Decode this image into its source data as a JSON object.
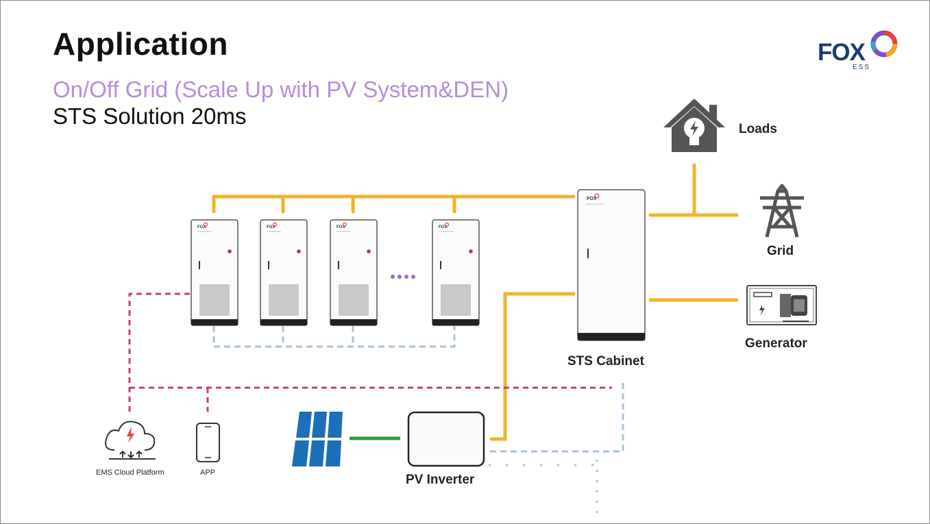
{
  "slide": {
    "title": "Application",
    "subtitle": "On/Off Grid (Scale Up with PV System&DEN)",
    "subtitle2": "STS Solution 20ms"
  },
  "logo": {
    "brand": "FOX",
    "sub": "ESS",
    "colors": [
      "#1b3c6e",
      "#e8413c",
      "#f2a91f",
      "#7b4fc9",
      "#3aa0d8"
    ]
  },
  "cabinet_brand": "FOX",
  "nodes": {
    "loads": "Loads",
    "grid": "Grid",
    "generator": "Generator",
    "sts_cabinet": "STS Cabinet",
    "pv_inverter": "PV Inverter",
    "ems": "EMS Cloud Platform",
    "app": "APP"
  },
  "colors": {
    "power_line": "#f0b429",
    "comm_line": "#c9405f",
    "data_line": "#a9c2dc",
    "pv_line": "#2e9a45",
    "panel": "#1d6fb8",
    "subtitle": "#b68ddc"
  }
}
